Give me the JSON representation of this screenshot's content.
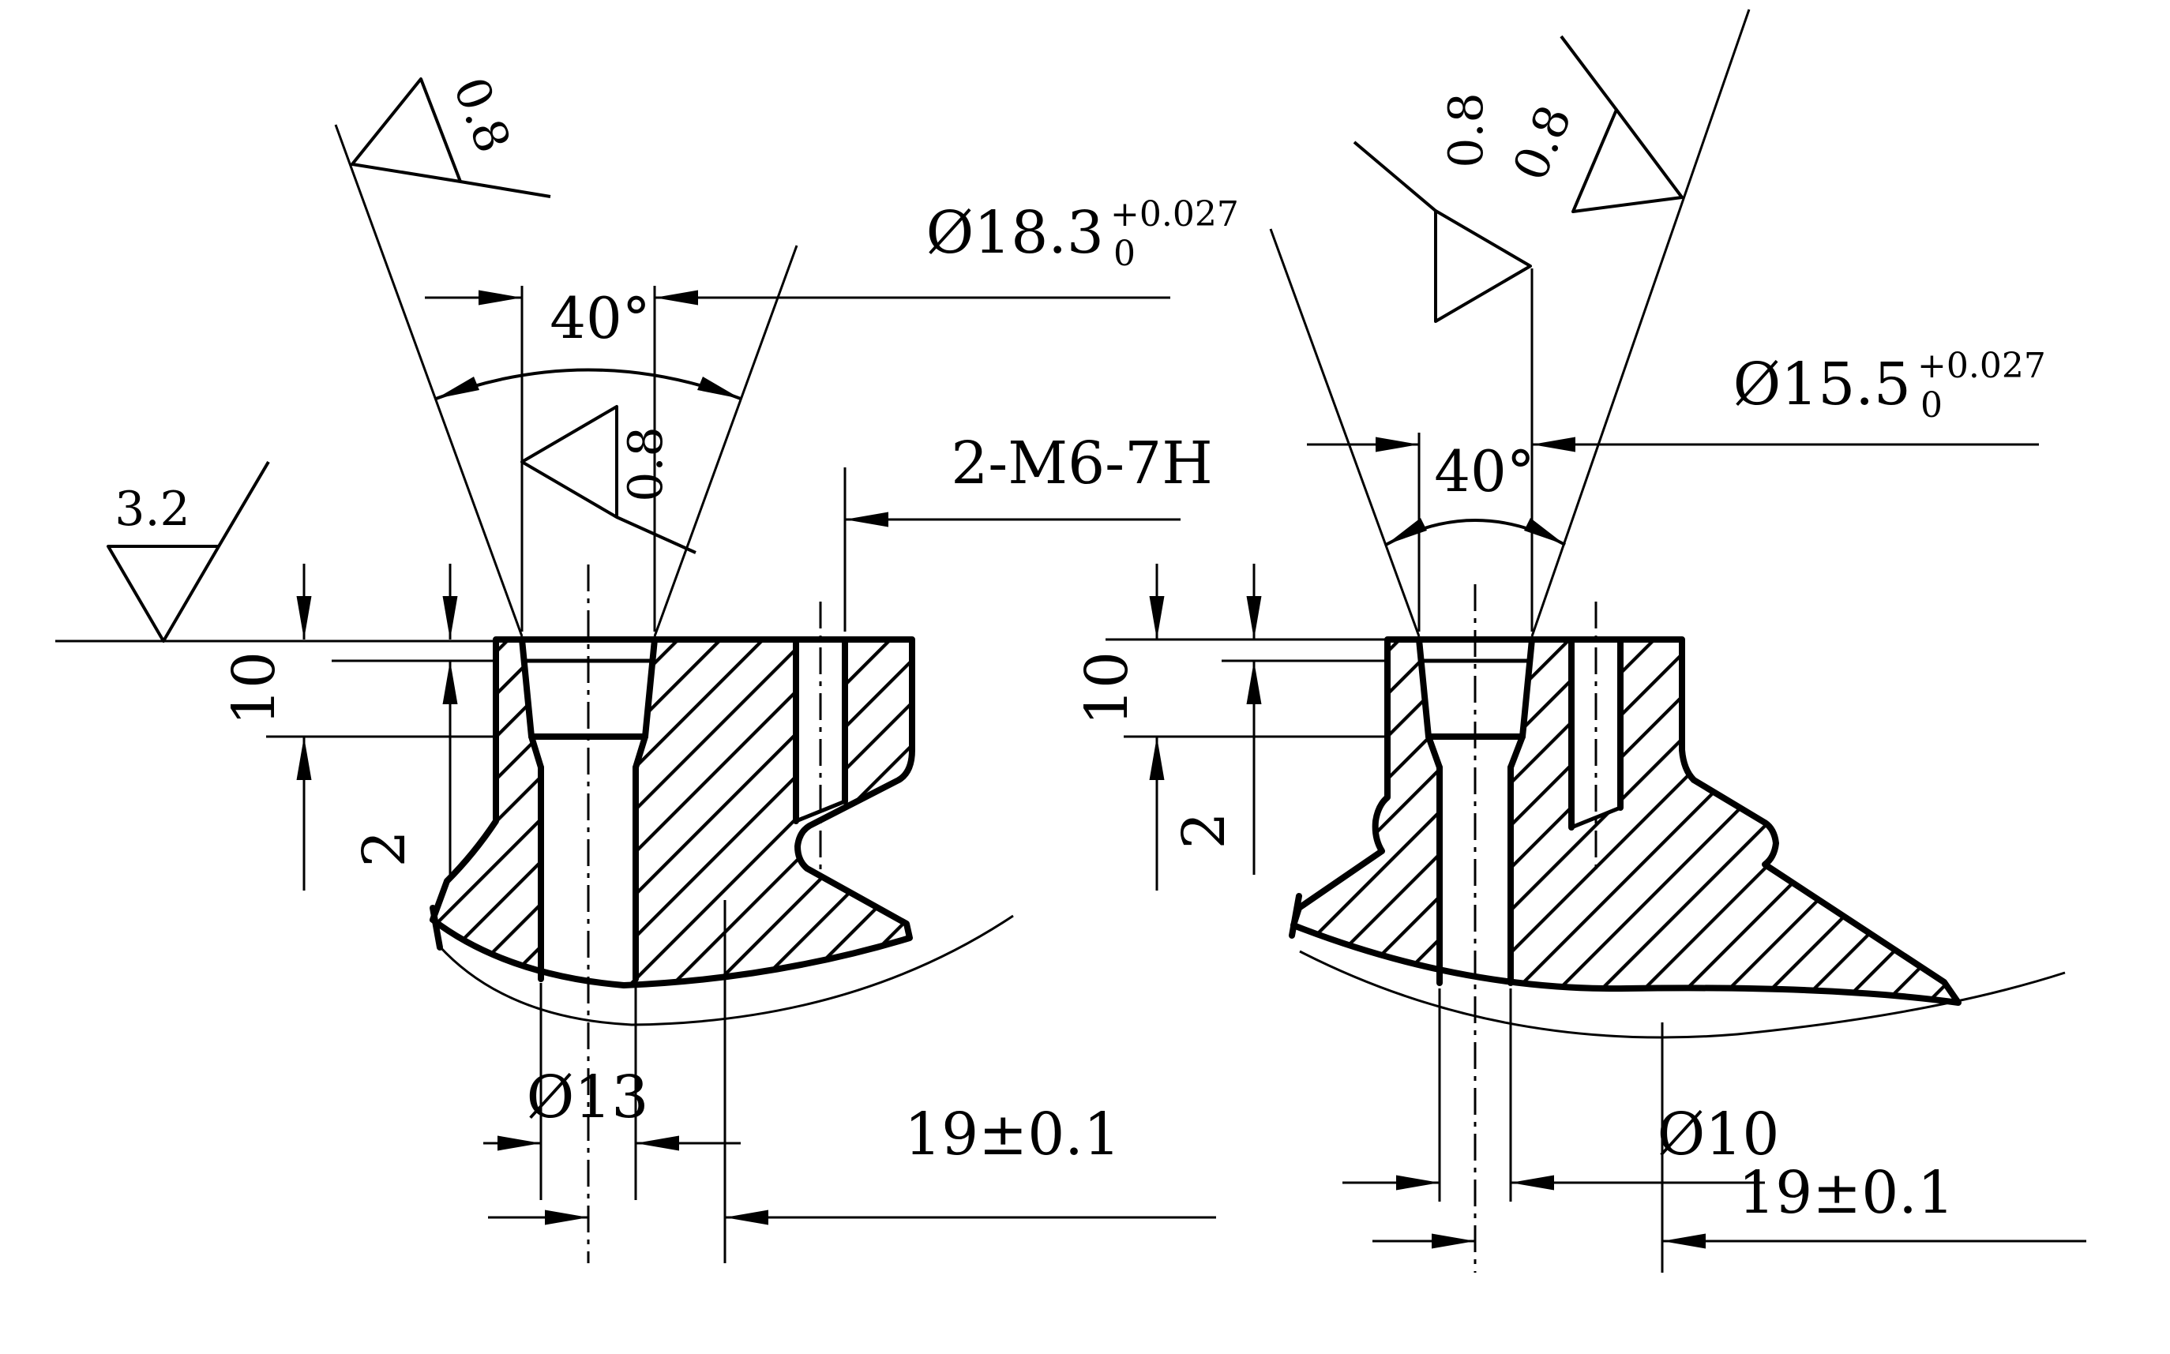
{
  "drawing": {
    "background": "#ffffff",
    "line_color": "#000000",
    "left_view": {
      "roughness_cone_top": "0.8",
      "roughness_seat_inner": "0.8",
      "roughness_top_face": "3.2",
      "seat_angle": "40°",
      "seat_diameter": "Ø18.3",
      "seat_tol_upper": "+0.027",
      "seat_tol_lower": "0",
      "thread_note": "2-M6-7H",
      "counterbore_depth": "10",
      "lip_depth": "2",
      "bore_diameter": "Ø13",
      "locating_dim": "19±0.1"
    },
    "right_view": {
      "roughness_seat_vertical": "0.8",
      "roughness_cone_top": "0.8",
      "seat_angle": "40°",
      "seat_diameter": "Ø15.5",
      "seat_tol_upper": "+0.027",
      "seat_tol_lower": "0",
      "counterbore_depth": "10",
      "lip_depth": "2",
      "bore_diameter": "Ø10",
      "locating_dim": "19±0.1"
    }
  }
}
